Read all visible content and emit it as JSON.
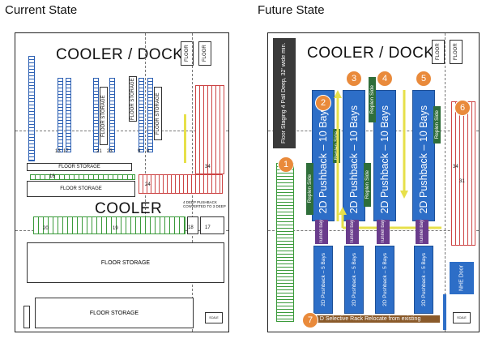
{
  "left": {
    "title": "Current State",
    "header": "COOLER / DOCK",
    "floor_a": "FLOOR",
    "floor_b": "FLOOR",
    "floor_storage_v1": "FLOOR STORAGE",
    "floor_storage_v2": "FLOOR STORAGE",
    "floor_storage_v3": "FLOOR STORAGE",
    "floor_storage_1": "FLOOR STORAGE",
    "floor_storage_2": "FLOOR STORAGE",
    "cooler": "COOLER",
    "floor_storage_3": "FLOOR STORAGE",
    "floor_storage_4": "FLOOR STORAGE",
    "pushback_note": "4 DEEP PUSHBACK CONVERTED TO 3 DEEP",
    "numbers": [
      "13",
      "17",
      "21",
      "23",
      "9",
      "8",
      "34",
      "16",
      "24",
      "20",
      "19",
      "18",
      "17"
    ],
    "stamp": "SCALE"
  },
  "right": {
    "title": "Future State",
    "header": "COOLER / DOCK",
    "floor_a": "FLOOR",
    "floor_b": "FLOOR",
    "floor_staging": "Floor Staging 4 Pall Deep, 32' wide min.",
    "pushback_10": [
      "2D Pushback – 10 Bays",
      "2D Pushback – 10 Bays",
      "2D Pushback – 10 Bays",
      "2D Pushback – 10 Bays"
    ],
    "pushback_5": [
      "2D Pushback – 5 Bays",
      "2D Pushback – 5 Bays",
      "2D Pushback – 5 Bays",
      "2D Pushback – 5 Bays"
    ],
    "replen": [
      "Replen Side",
      "Replen Side",
      "Replen Side",
      "Replen Side",
      "Replen Side"
    ],
    "tunnel": [
      "Tunnel bay",
      "Tunnel bay",
      "Tunnel bay",
      "Tunnel bay"
    ],
    "nhe_door": "NHE Door",
    "relocate": "1 D Selective Rack Relocate from existing",
    "circles": [
      "1",
      "2",
      "3",
      "4",
      "5",
      "6",
      "7"
    ],
    "rack_numbers": [
      "34",
      "31"
    ],
    "stamp": "SCALE"
  }
}
